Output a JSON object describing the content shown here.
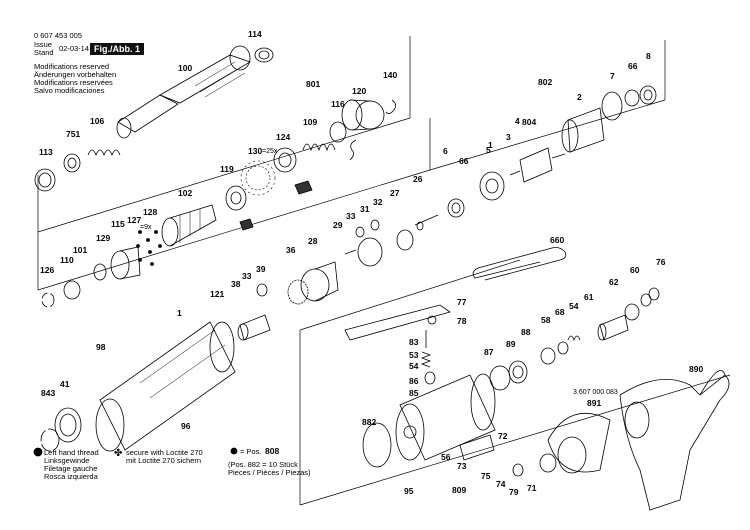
{
  "header": {
    "doc_number": "0 607 453 005",
    "issue_label": "Issue",
    "stand_label": "Stand",
    "issue_date": "02-03-14",
    "figure_label": "Fig./Abb. 1",
    "modifications": [
      "Modifications reserved",
      "Änderungen vorbehalten",
      "Modifications reservées",
      "Salvo modificaciones"
    ]
  },
  "part_numbers": [
    "114",
    "100",
    "801",
    "140",
    "8",
    "66",
    "802",
    "7",
    "2",
    "751",
    "106",
    "116",
    "120",
    "804",
    "3",
    "4",
    "113",
    "124",
    "109",
    "130",
    "1",
    "5",
    "6",
    "66",
    "102",
    "119",
    "27",
    "26",
    "128",
    "127",
    "32",
    "31",
    "33",
    "29",
    "115",
    "129",
    "101",
    "110",
    "126",
    "660",
    "36",
    "28",
    "76",
    "60",
    "62",
    "39",
    "33",
    "38",
    "77",
    "121",
    "78",
    "61",
    "54",
    "58",
    "68",
    "83",
    "53",
    "54",
    "86",
    "85",
    "87",
    "89",
    "88",
    "890",
    "98",
    "843",
    "41",
    "96",
    "891",
    "882",
    "72",
    "56",
    "73",
    "75",
    "74",
    "79",
    "71",
    "809",
    "95",
    "1"
  ],
  "special_labels": {
    "130_note": "=25x",
    "127_note": "=9x",
    "item_3607": "3 607 000 083"
  },
  "footer": {
    "left_thread": [
      "Left hand thread",
      "Linksgewinde",
      "Filetage gauche",
      "Rosca izquierda"
    ],
    "loctite": [
      "secure with Loctite 270",
      "mit Loctite 270 sichern"
    ],
    "pos_label": "= Pos.",
    "pos_value": "808",
    "pieces": [
      "(Pos. 882 = 10 Stück",
      "Pieces / Pièces / Piezas)"
    ]
  }
}
